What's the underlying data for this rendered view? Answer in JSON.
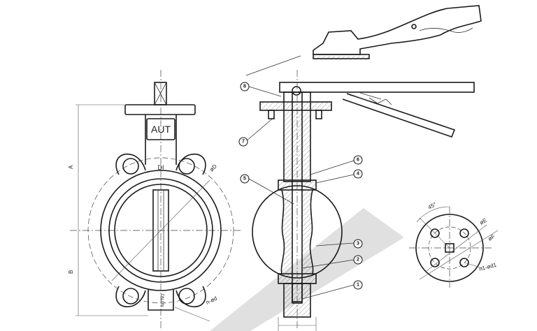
{
  "labels": {
    "body_mark": "AUT",
    "body_text": "DI",
    "dim_A": "A",
    "dim_B": "B",
    "dim_D1": "øD",
    "dim_nd": "n-ød",
    "angle": "45°",
    "dim_E": "øE",
    "dim_F": "øF",
    "dim_n1": "n1-ød1",
    "neck_text": "DN-PN"
  },
  "part_numbers": [
    "1",
    "2",
    "3",
    "4",
    "5",
    "6",
    "7",
    "8"
  ],
  "watermark_color": "#cfcfcf",
  "line_color": "#1a1a1a"
}
